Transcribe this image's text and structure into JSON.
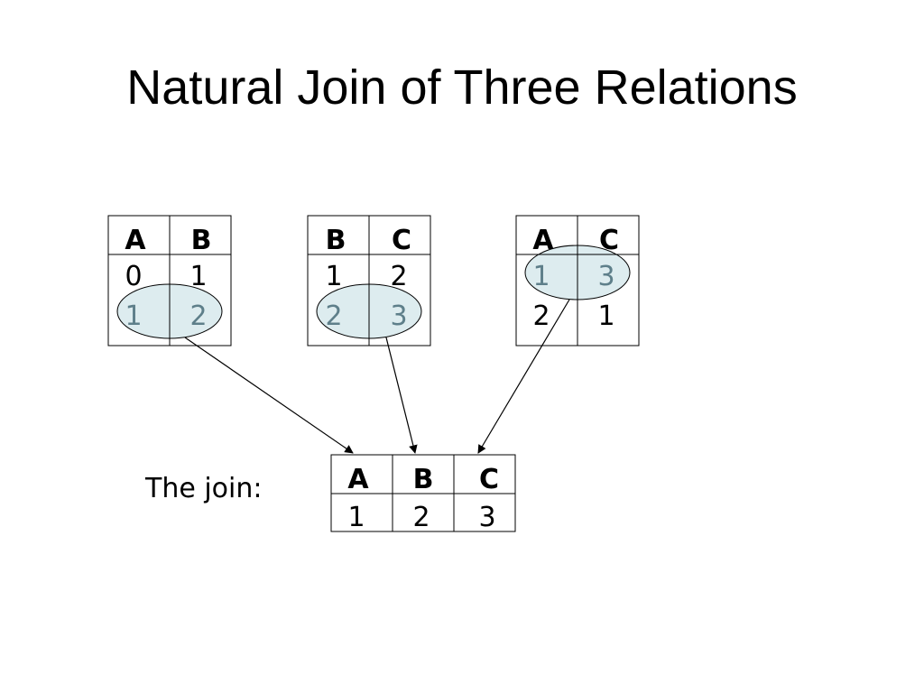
{
  "title": "Natural Join of Three Relations",
  "join_label": "The join:",
  "relations": [
    {
      "headers": [
        "A",
        "B"
      ],
      "rows": [
        [
          "0",
          "1"
        ],
        [
          "1",
          "2"
        ]
      ],
      "highlight_row": 1
    },
    {
      "headers": [
        "B",
        "C"
      ],
      "rows": [
        [
          "1",
          "2"
        ],
        [
          "2",
          "3"
        ]
      ],
      "highlight_row": 1
    },
    {
      "headers": [
        "A",
        "C"
      ],
      "rows": [
        [
          "1",
          "3"
        ],
        [
          "2",
          "1"
        ]
      ],
      "highlight_row": 0
    }
  ],
  "result": {
    "headers": [
      "A",
      "B",
      "C"
    ],
    "rows": [
      [
        "1",
        "2",
        "3"
      ]
    ]
  },
  "colors": {
    "highlight_fill": "#ddecef",
    "highlight_text": "#5e7f8a",
    "line": "#000000"
  }
}
